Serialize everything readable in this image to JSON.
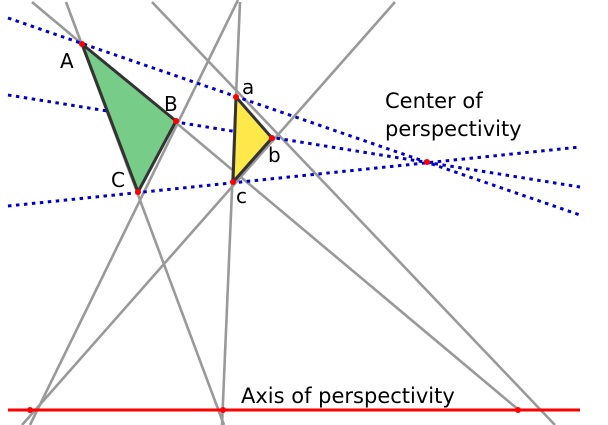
{
  "labels": {
    "A": "A",
    "B": "B",
    "C": "C",
    "a": "a",
    "b": "b",
    "c": "c",
    "center_line1": "Center of",
    "center_line2": "perspectivity",
    "axis": "Axis of perspectivity"
  },
  "colors": {
    "background": "#ffffff",
    "construction_line": "#999999",
    "perspective_ray": "#0000cc",
    "axis_line": "#ff0000",
    "point": "#ff0000",
    "triangle_big_fill": "#77cc88",
    "triangle_small_fill": "#ffe84a",
    "triangle_stroke": "#333333"
  }
}
